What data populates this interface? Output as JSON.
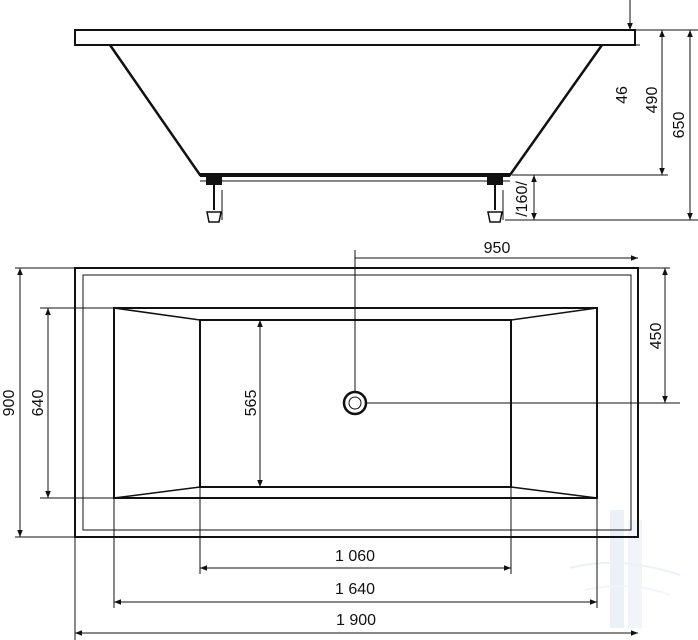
{
  "side_view": {
    "dims": {
      "rim": "46",
      "depth": "490",
      "overall_height": "650",
      "leg": "/160/"
    }
  },
  "top_view": {
    "dims": {
      "half_length": "950",
      "half_width": "450",
      "overall_width": "900",
      "inner_width": "640",
      "basin_width": "565",
      "basin_length": "1 060",
      "inner_length": "1 640",
      "overall_length": "1 900"
    }
  }
}
